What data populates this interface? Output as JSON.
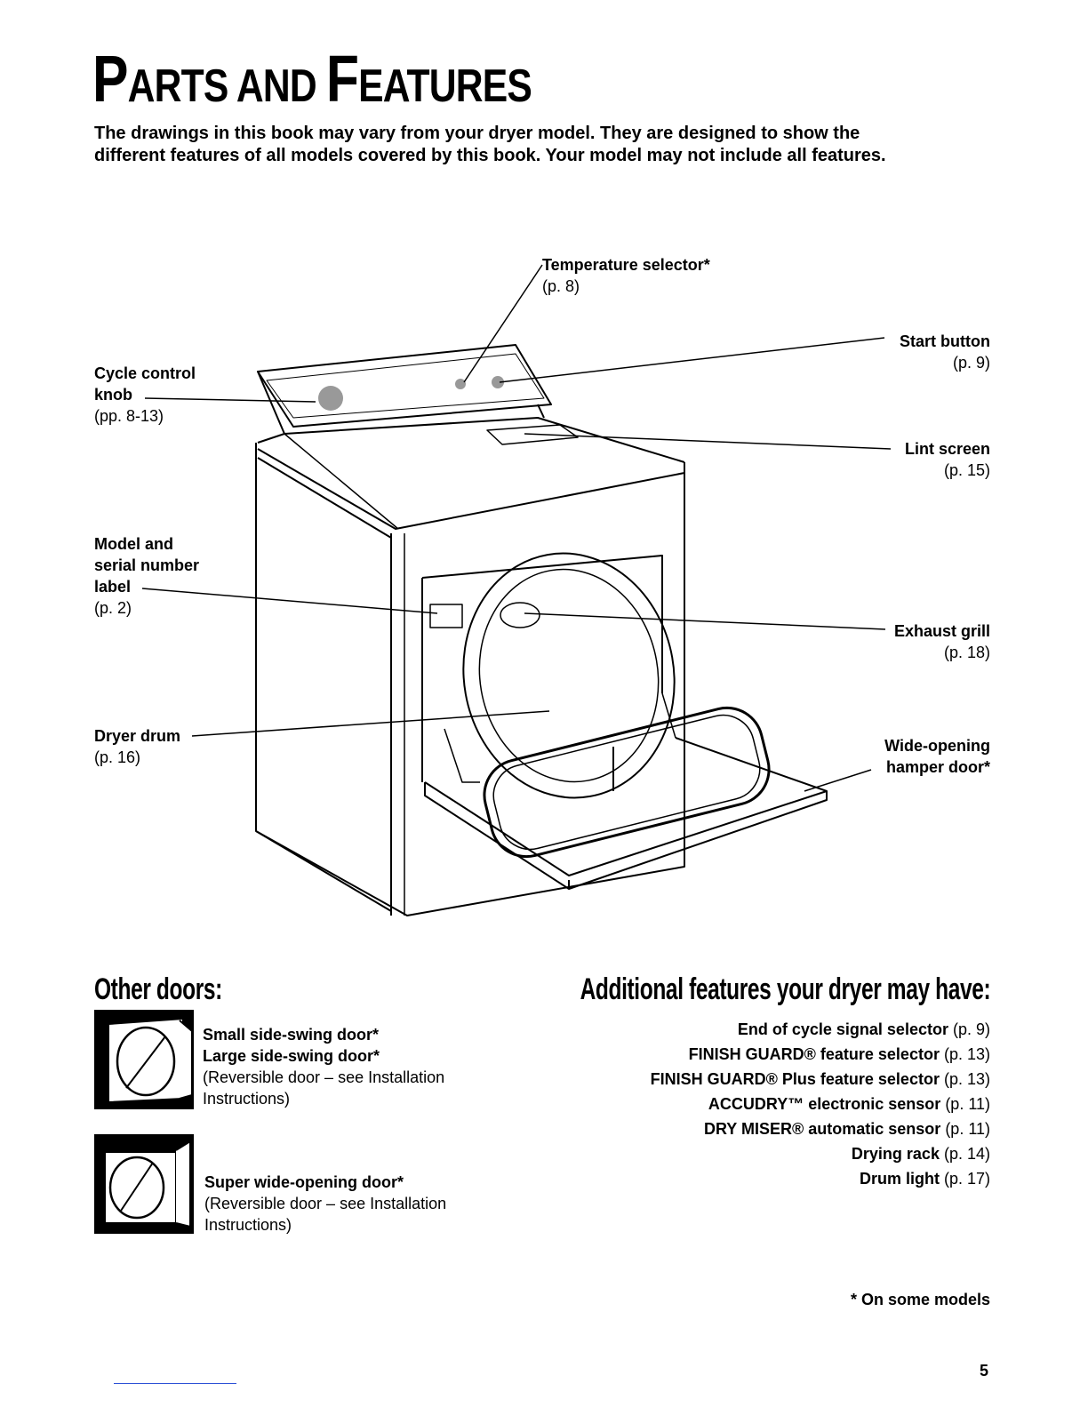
{
  "page": {
    "title_first_big": "P",
    "title_first_small": "ARTS AND ",
    "title_second_big": "F",
    "title_second_small": "EATURES",
    "intro_line1": "The drawings in this book may vary from your dryer model. They are designed to show the",
    "intro_line2": "different features of all models covered by this book. Your model may not include all features.",
    "footnote": "* On some models",
    "page_number": "5"
  },
  "callouts": {
    "temperature": {
      "name": "Temperature selector*",
      "page": "(p. 8)"
    },
    "start": {
      "name": "Start button",
      "page": "(p. 9)"
    },
    "cycle": {
      "name1": "Cycle control",
      "name2": "knob",
      "page": "(pp. 8-13)"
    },
    "lint": {
      "name": "Lint screen",
      "page": "(p. 15)"
    },
    "model": {
      "name1": "Model and",
      "name2": "serial number",
      "name3": "label",
      "page": "(p. 2)"
    },
    "exhaust": {
      "name": "Exhaust grill",
      "page": "(p. 18)"
    },
    "drum": {
      "name": "Dryer drum",
      "page": "(p. 16)"
    },
    "hamper": {
      "name1": "Wide-opening",
      "name2": "hamper door*"
    }
  },
  "other_doors": {
    "heading": "Other doors:",
    "door1_line1": "Small side-swing door*",
    "door1_line2": "Large side-swing door*",
    "door1_line3": "(Reversible door – see Installation",
    "door1_line4": "Instructions)",
    "door2_line1": "Super wide-opening door*",
    "door2_line2": "(Reversible door – see Installation",
    "door2_line3": "Instructions)"
  },
  "additional": {
    "heading": "Additional features your dryer may have:",
    "items": [
      {
        "name": "End of cycle signal selector",
        "page": "(p. 9)"
      },
      {
        "name": "FINISH GUARD® feature selector",
        "page": "(p. 13)"
      },
      {
        "name": "FINISH GUARD® Plus feature selector",
        "page": "(p. 13)"
      },
      {
        "name": "ACCUDRY™ electronic sensor",
        "page": "(p. 11)"
      },
      {
        "name": "DRY MISER® automatic sensor",
        "page": "(p. 11)"
      },
      {
        "name": "Drying rack",
        "page": "(p. 14)"
      },
      {
        "name": "Drum light",
        "page": "(p. 17)"
      }
    ]
  }
}
